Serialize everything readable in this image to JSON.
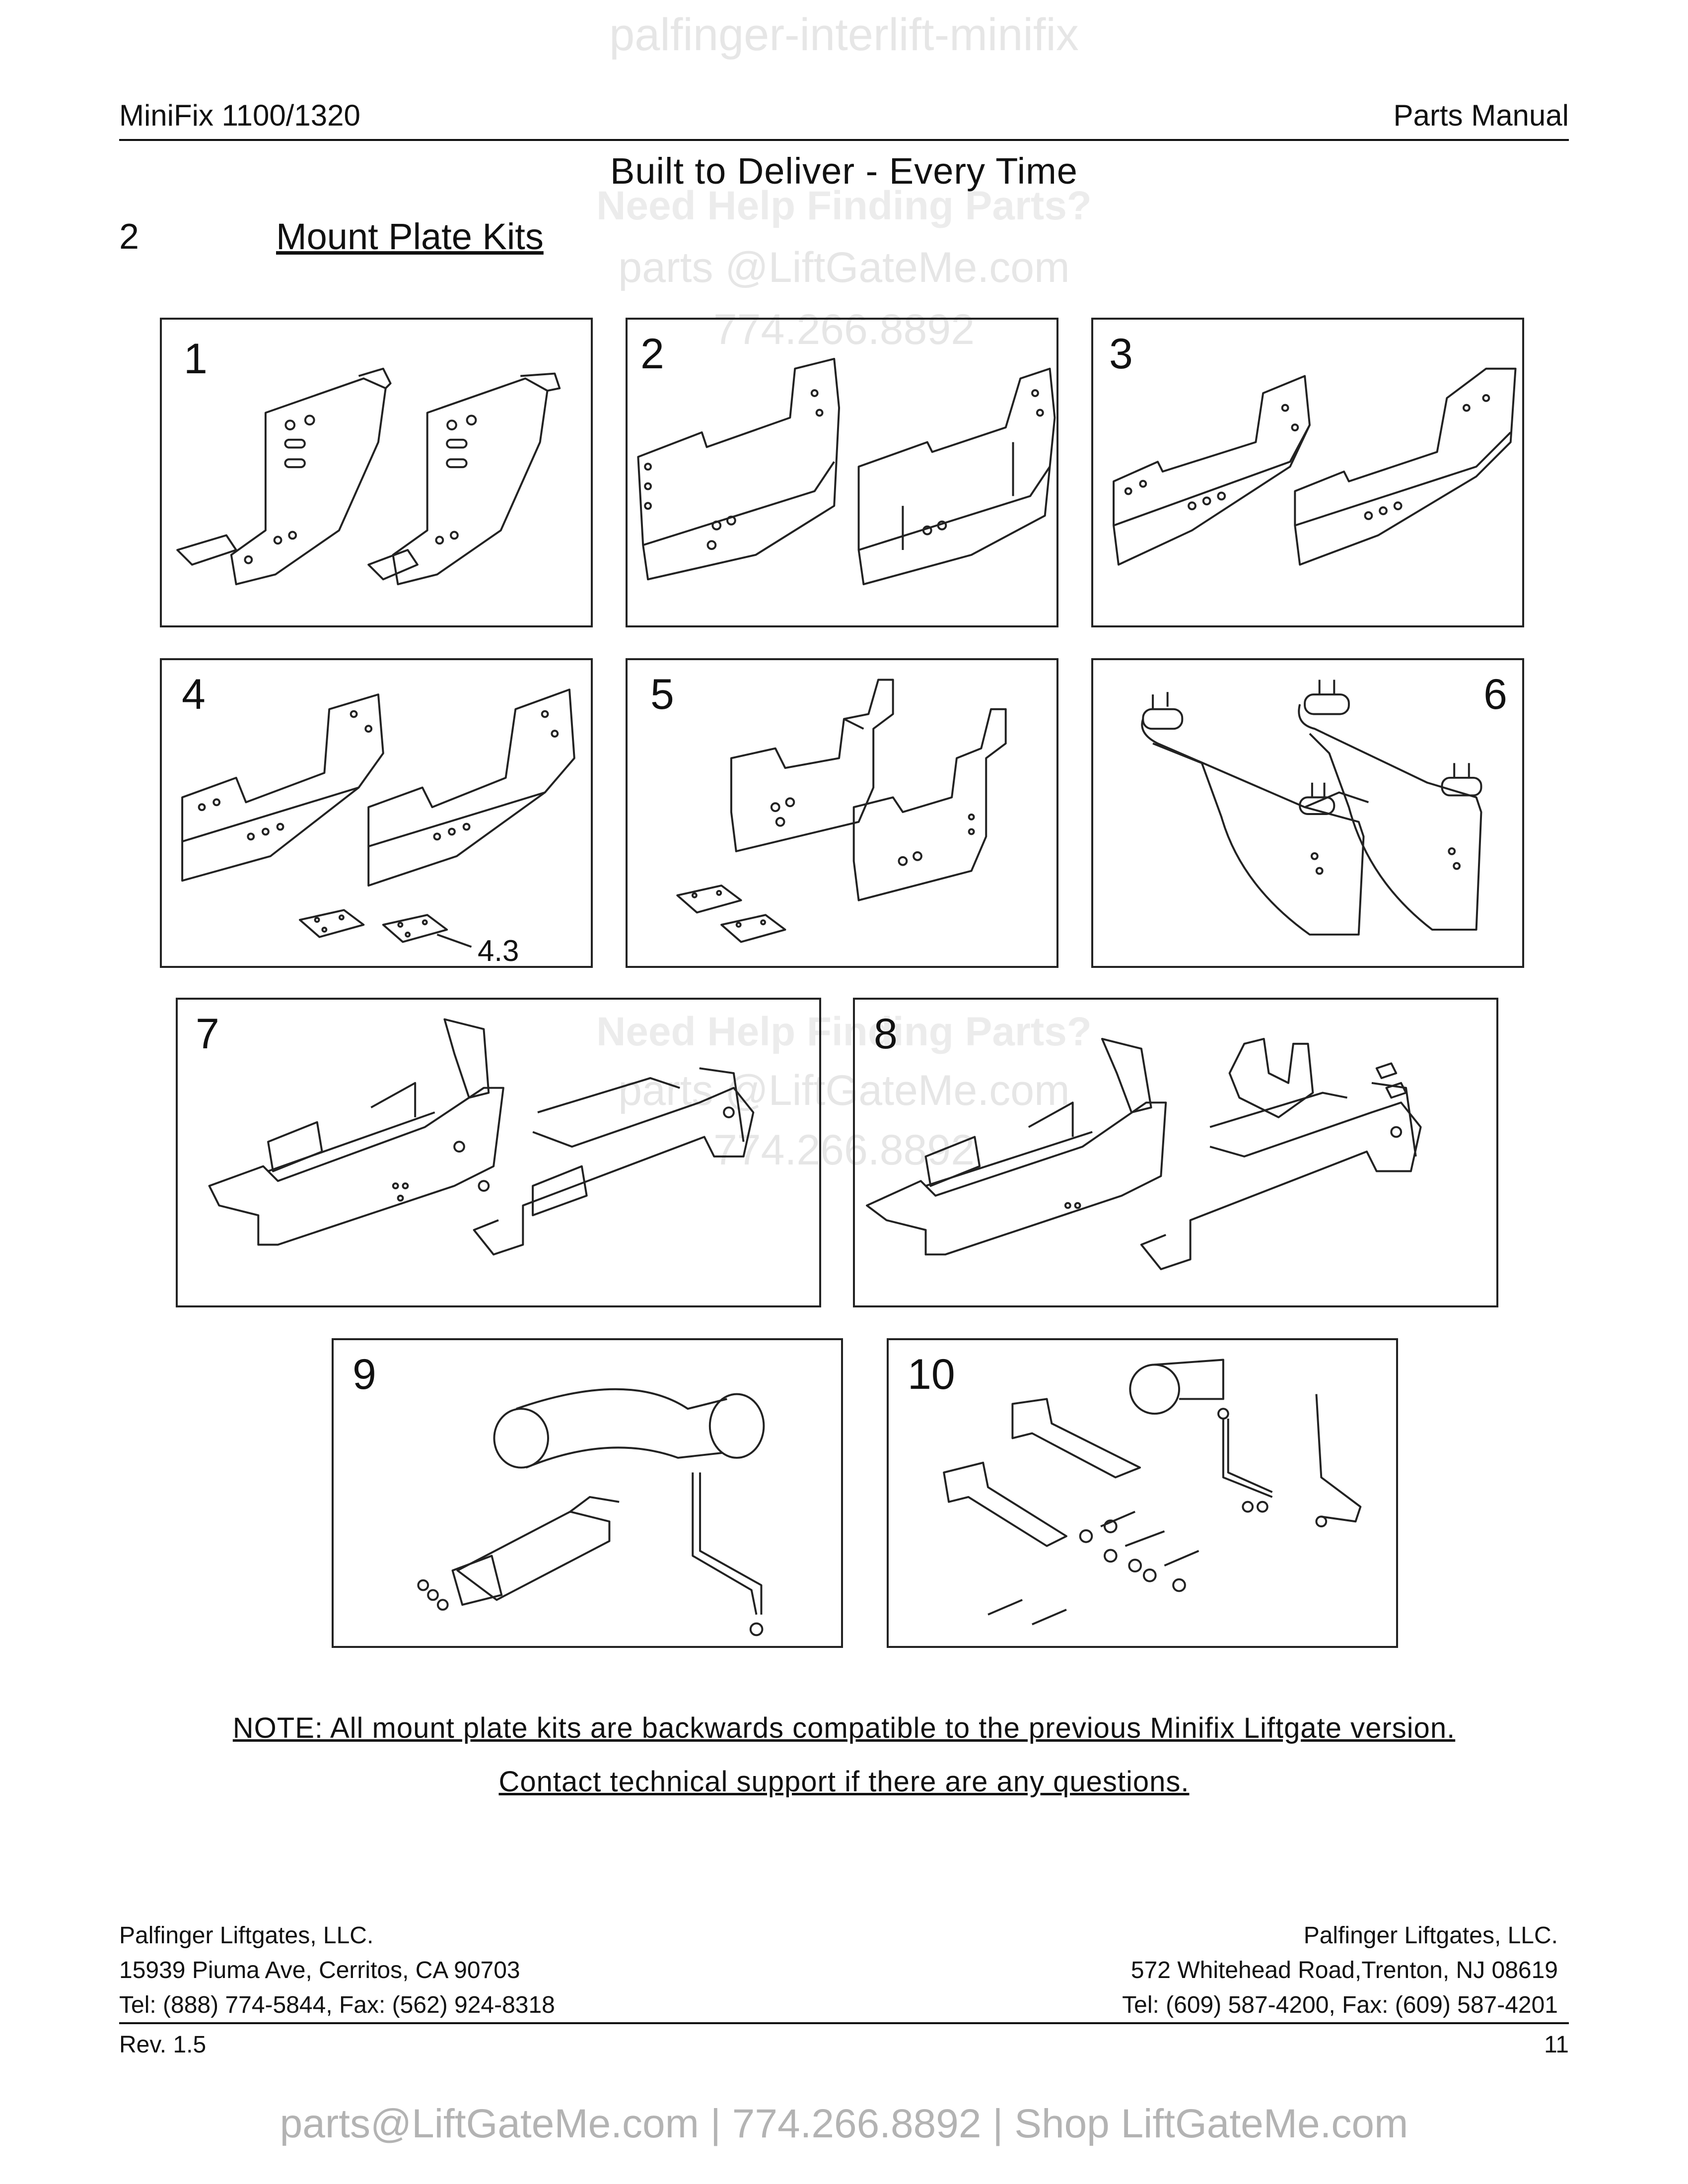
{
  "watermarks": {
    "top": "palfinger-interlift-minifix",
    "help_1": "Need Help Finding Parts?",
    "email_1": "parts @LiftGateMe.com",
    "phone_1": "774.266.8892",
    "help_2": "Need Help Finding Parts?",
    "email_2": "parts @LiftGateMe.com",
    "phone_2": "774.266.8892"
  },
  "header": {
    "left": "MiniFix 1100/1320",
    "right": "Parts Manual",
    "tagline": "Built to Deliver - Every Time"
  },
  "section": {
    "number": "2",
    "title": "Mount Plate Kits"
  },
  "kits": [
    {
      "label": "1"
    },
    {
      "label": "2"
    },
    {
      "label": "3"
    },
    {
      "label": "4",
      "callout": "4.3"
    },
    {
      "label": "5"
    },
    {
      "label": "6"
    },
    {
      "label": "7"
    },
    {
      "label": "8"
    },
    {
      "label": "9"
    },
    {
      "label": "10"
    }
  ],
  "note": {
    "line1": "NOTE: All mount plate kits are backwards compatible to the previous Minifix Liftgate version.",
    "line2": "Contact technical support if there are any questions."
  },
  "footer": {
    "west": {
      "company": "Palfinger Liftgates, LLC.",
      "address": "15939 Piuma Ave, Cerritos, CA 90703",
      "contact": "Tel: (888) 774-5844, Fax: (562) 924-8318"
    },
    "east": {
      "company": "Palfinger Liftgates, LLC.",
      "address": "572 Whitehead Road,Trenton, NJ 08619",
      "contact": "Tel: (609) 587-4200, Fax: (609) 587-4201"
    },
    "revision": "Rev. 1.5",
    "page": "11"
  },
  "bottom_banner": "parts@LiftGateMe.com | 774.266.8892 | Shop LiftGateMe.com"
}
